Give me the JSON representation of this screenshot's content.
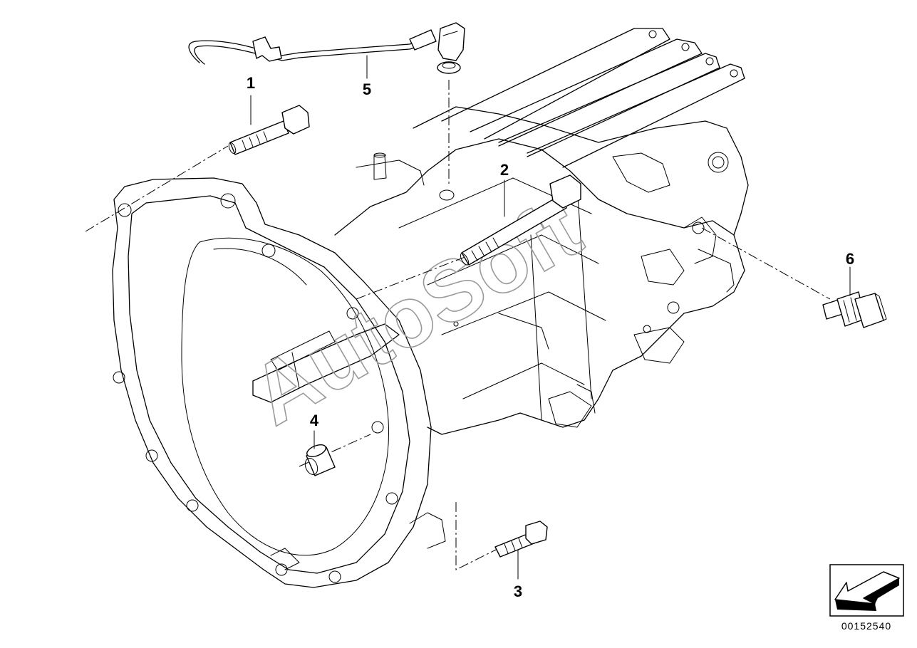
{
  "callouts": [
    {
      "id": "1",
      "label": "1"
    },
    {
      "id": "2",
      "label": "2"
    },
    {
      "id": "3",
      "label": "3"
    },
    {
      "id": "4",
      "label": "4"
    },
    {
      "id": "5",
      "label": "5"
    },
    {
      "id": "6",
      "label": "6"
    }
  ],
  "watermark": "AutoSoft",
  "diagram_code": "00152540",
  "icons": {
    "direction": "arrow-icon"
  }
}
